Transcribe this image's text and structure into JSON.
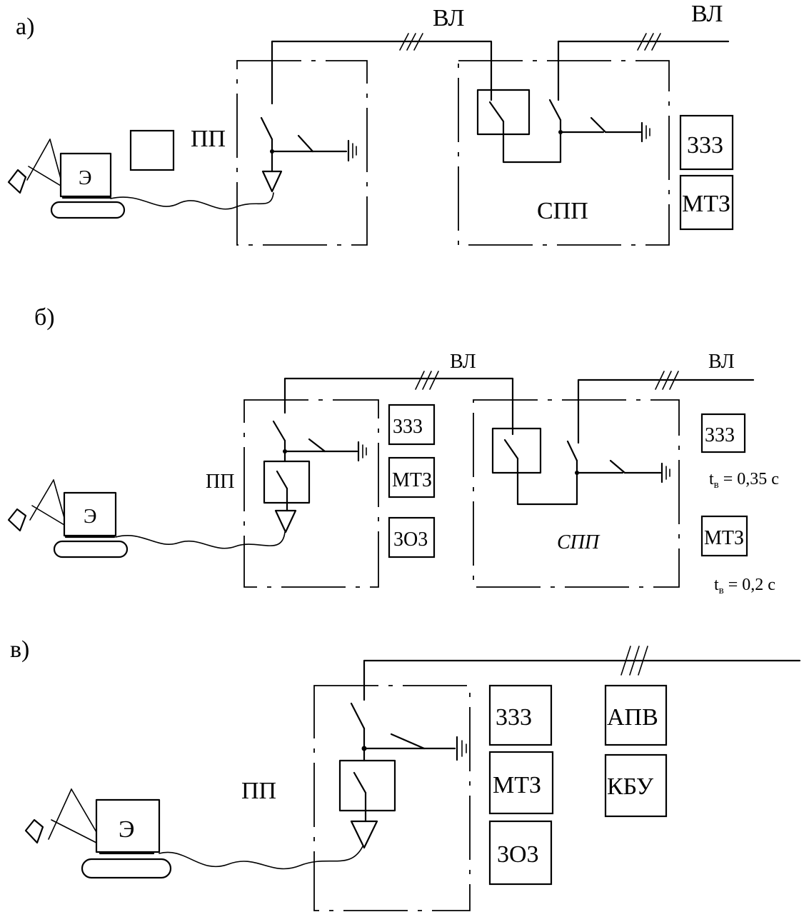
{
  "colors": {
    "ink": "#000000",
    "background": "#ffffff"
  },
  "panels": [
    {
      "id": "a",
      "label": "а)",
      "line_labels": [
        "ВЛ",
        "ВЛ"
      ],
      "pp_label": "ПП",
      "spp_label": "СПП",
      "excavator_label": "Э",
      "relay_boxes": [
        "333",
        "МТЗ"
      ]
    },
    {
      "id": "b",
      "label": "б)",
      "line_labels": [
        "ВЛ",
        "ВЛ"
      ],
      "pp_label": "ПП",
      "spp_label": "СПП",
      "excavator_label": "Э",
      "pp_relay_boxes": [
        "333",
        "МТЗ",
        "3О3"
      ],
      "spp_relay_boxes": [
        "333",
        "МТЗ"
      ],
      "timings": [
        "t",
        "в",
        " = 0,35 с",
        "t",
        "в",
        " = 0,2 с"
      ]
    },
    {
      "id": "c",
      "label": "в)",
      "pp_label": "ПП",
      "excavator_label": "Э",
      "pp_relay_boxes": [
        "333",
        "МТЗ",
        "3О3"
      ],
      "aux_boxes": [
        "АПВ",
        "КБУ"
      ]
    }
  ]
}
